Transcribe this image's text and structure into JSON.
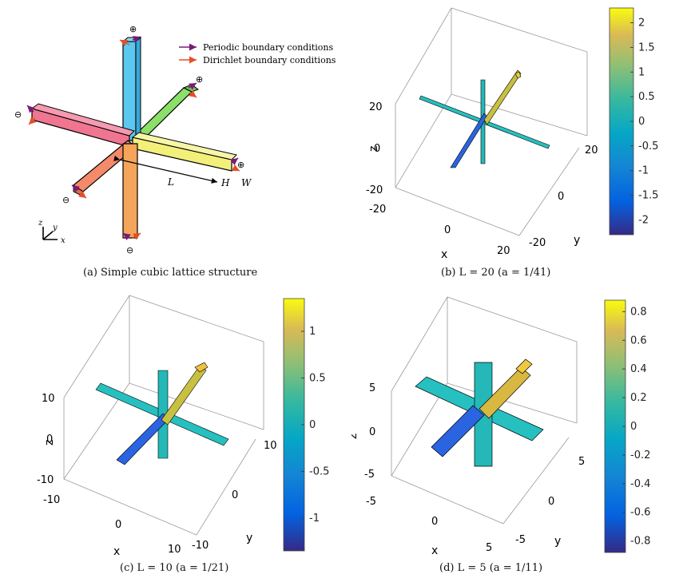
{
  "figure": {
    "panels": [
      {
        "id": "a",
        "caption": "(a) Simple cubic lattice structure",
        "legend": {
          "periodic": "Periodic boundary conditions",
          "dirichlet": "Dirichlet boundary conditions"
        },
        "labels": {
          "L": "L",
          "H": "H",
          "W": "W",
          "plus": "⊕",
          "minus": "⊖"
        },
        "axes": {
          "z": "z",
          "y": "y",
          "x": "x"
        }
      },
      {
        "id": "b",
        "caption": "(b) L = 20 (a = 1/41)",
        "axis_labels": {
          "x": "x",
          "y": "y",
          "z": "z"
        },
        "x_ticks": [
          "-20",
          "0",
          "20"
        ],
        "y_ticks": [
          "-20",
          "0",
          "20"
        ],
        "z_ticks": [
          "20",
          "0",
          "-20"
        ],
        "colorbar": {
          "ticks": [
            "2",
            "1.5",
            "1",
            "0.5",
            "0",
            "-0.5",
            "-1",
            "-1.5",
            "-2"
          ],
          "min": -2.3,
          "max": 2.3
        }
      },
      {
        "id": "c",
        "caption": "(c) L = 10 (a = 1/21)",
        "axis_labels": {
          "x": "x",
          "y": "y",
          "z": "z"
        },
        "x_ticks": [
          "-10",
          "0",
          "10"
        ],
        "y_ticks": [
          "-10",
          "0",
          "10"
        ],
        "z_ticks": [
          "10",
          "0",
          "-10"
        ],
        "colorbar": {
          "ticks": [
            "1",
            "0.5",
            "0",
            "-0.5",
            "-1"
          ],
          "min": -1.35,
          "max": 1.35
        }
      },
      {
        "id": "d",
        "caption": "(d) L = 5 (a = 1/11)",
        "axis_labels": {
          "x": "x",
          "y": "y",
          "z": "z"
        },
        "x_ticks": [
          "-5",
          "0",
          "5"
        ],
        "y_ticks": [
          "-5",
          "0",
          "5"
        ],
        "z_ticks": [
          "5",
          "0",
          "-5"
        ],
        "colorbar": {
          "ticks": [
            "0.8",
            "0.6",
            "0.4",
            "0.2",
            "0",
            "-0.2",
            "-0.4",
            "-0.6",
            "-0.8"
          ],
          "min": -0.88,
          "max": 0.88
        }
      }
    ],
    "colors": {
      "arm_pink": "#f07590",
      "arm_cyan": "#5cc8f0",
      "arm_green": "#8be06a",
      "arm_yellow": "#f2f07a",
      "arm_orange": "#f4a55a",
      "arm_salmon": "#f48a6a",
      "periodic_arrow": "#7a1a7a",
      "dirichlet_arrow": "#e0502a"
    }
  }
}
